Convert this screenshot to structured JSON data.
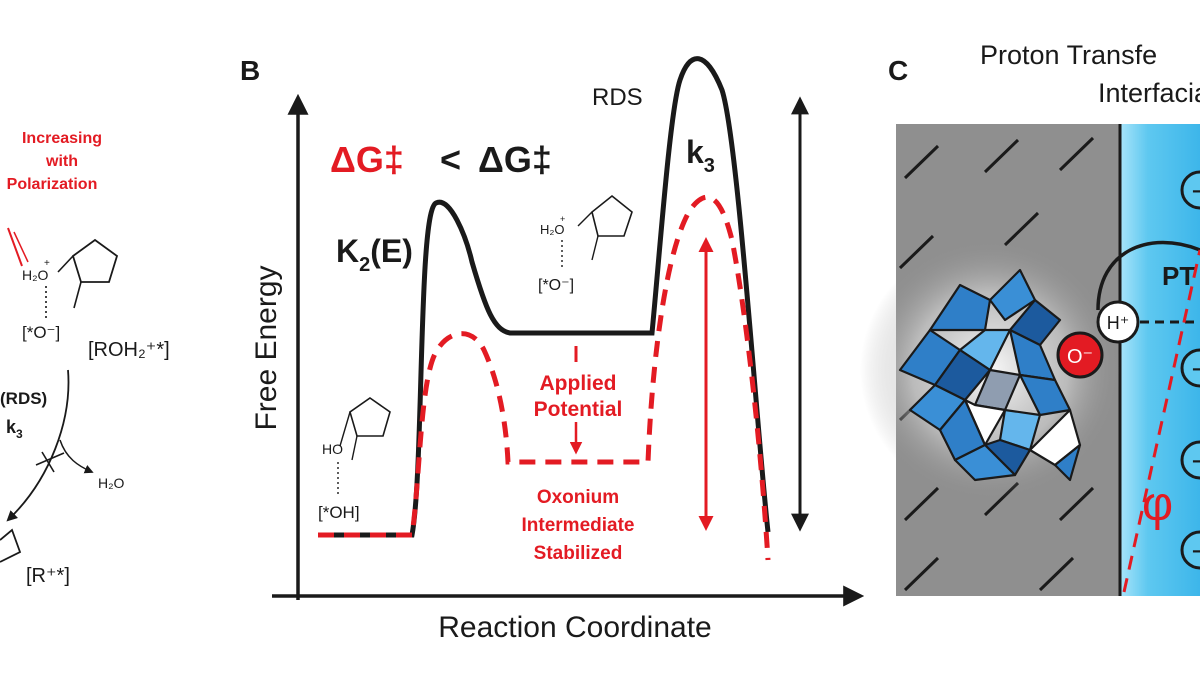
{
  "colors": {
    "black": "#1a1a1a",
    "red": "#e31b23",
    "blue_bg": "#5ec8f0",
    "gray_bg": "#8f8f8f",
    "cluster_blue": "#2f7fc8",
    "cluster_dark": "#1c5a9e"
  },
  "panel_a": {
    "increasing_line1": "Increasing",
    "increasing_line2": "with",
    "increasing_line3": "Polarization",
    "h2o_plus": "H₂O",
    "oxygen_minus": "[*O⁻]",
    "rohplus": "[ROH₂⁺*]",
    "rds_label": "(RDS)",
    "k3": "k",
    "k3_sub": "3",
    "water": "H₂O",
    "rplus": "[R⁺*]"
  },
  "panel_b": {
    "letter": "B",
    "delta_g_red": "ΔG‡",
    "less_than": "<",
    "delta_g_black": "ΔG‡",
    "k2e": "K",
    "k2e_sub": "2",
    "k2e_suffix": "(E)",
    "rds": "RDS",
    "k3": "k",
    "k3_sub": "3",
    "y_axis": "Free Energy",
    "x_axis": "Reaction Coordinate",
    "applied_line1": "Applied",
    "applied_line2": "Potential",
    "oxonium_line1": "Oxonium",
    "oxonium_line2": "Intermediate",
    "oxonium_line3": "Stabilized",
    "start_ho": "HO",
    "start_oh": "[*OH]",
    "mid_h2o": "H₂O",
    "mid_o": "[*O⁻]"
  },
  "panel_c": {
    "letter": "C",
    "title_line1": "Proton Transfe",
    "title_line2": "Interfacia",
    "pt": "PT",
    "hplus": "H⁺",
    "ominus": "O⁻",
    "phi": "φ",
    "minus": "−"
  }
}
